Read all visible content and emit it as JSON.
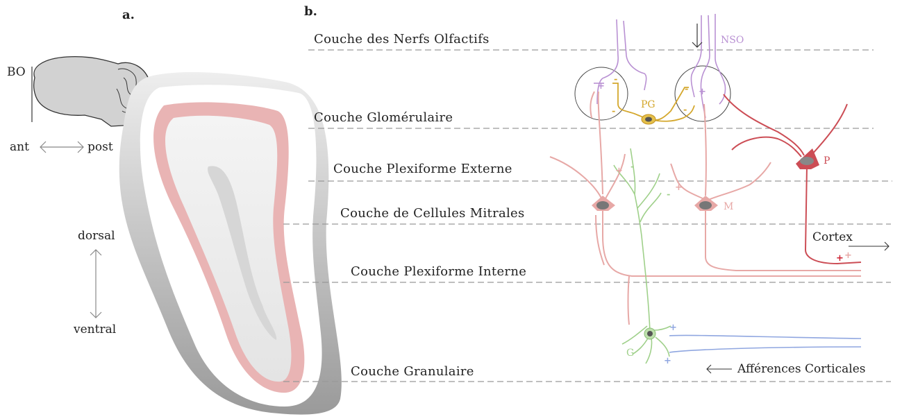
{
  "panels": {
    "a": "a.",
    "b": "b."
  },
  "brain": {
    "bo_label": "BO",
    "ant": "ant",
    "post": "post",
    "dorsal": "dorsal",
    "ventral": "ventral"
  },
  "layers": [
    "Couche des Nerfs Olfactifs",
    "Couche Glomérulaire",
    "Couche Plexiforme Externe",
    "Couche de Cellules Mitrales",
    "Couche Plexiforme Interne",
    "Couche Granulaire"
  ],
  "cells": {
    "nso": "NSO",
    "pg": "PG",
    "p": "P",
    "m": "M",
    "g": "G"
  },
  "signs": {
    "plus": "+",
    "minus": "-"
  },
  "outputs": {
    "cortex": "Cortex",
    "afferences": "Afférences Corticales"
  },
  "colors": {
    "nso": "#b991d3",
    "pg": "#d4a72c",
    "p": "#cc4d55",
    "mitral": "#e7a8a6",
    "granule": "#9fd08a",
    "cortical": "#8fa6e0",
    "layer_line": "#999999",
    "brain_fill": "#d2d2d2",
    "section_pink": "#e9b4b4"
  }
}
